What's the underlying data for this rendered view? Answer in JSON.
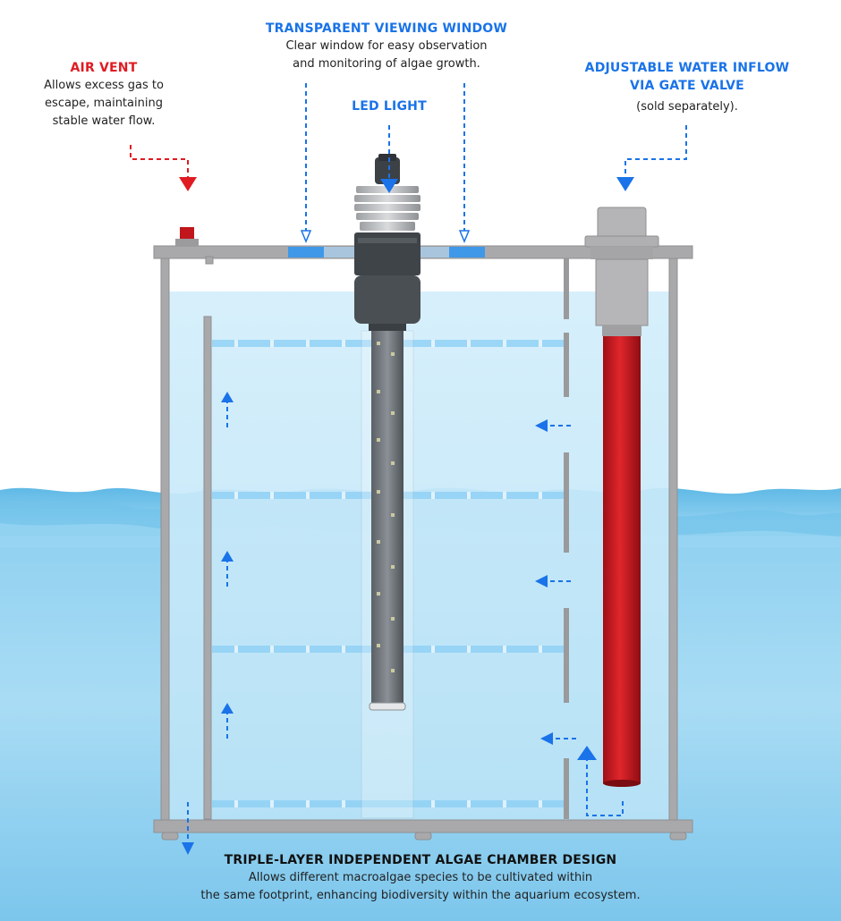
{
  "labels": {
    "air_vent": {
      "title": "AIR VENT",
      "desc": [
        "Allows excess gas to",
        "escape, maintaining",
        "stable water flow."
      ]
    },
    "viewing_window": {
      "title": "TRANSPARENT VIEWING WINDOW",
      "desc": [
        "Clear window for easy observation",
        "and monitoring of algae growth."
      ]
    },
    "led_light": {
      "title": "LED LIGHT"
    },
    "water_inflow": {
      "title": [
        "ADJUSTABLE WATER INFLOW",
        "VIA GATE VALVE"
      ],
      "desc": "(sold separately)."
    },
    "chamber_design": {
      "title": "TRIPLE-LAYER INDEPENDENT ALGAE CHAMBER DESIGN",
      "desc": [
        "Allows different macroalgae species to be cultivated within",
        "the same footprint, enhancing biodiversity within the aquarium ecosystem."
      ]
    }
  },
  "colors": {
    "red_accent": "#e01b22",
    "blue_accent": "#1a73e8",
    "frame_gray": "#a9a9ab",
    "water": "#bfe6f8",
    "inflow_tube": "#c4161c"
  }
}
